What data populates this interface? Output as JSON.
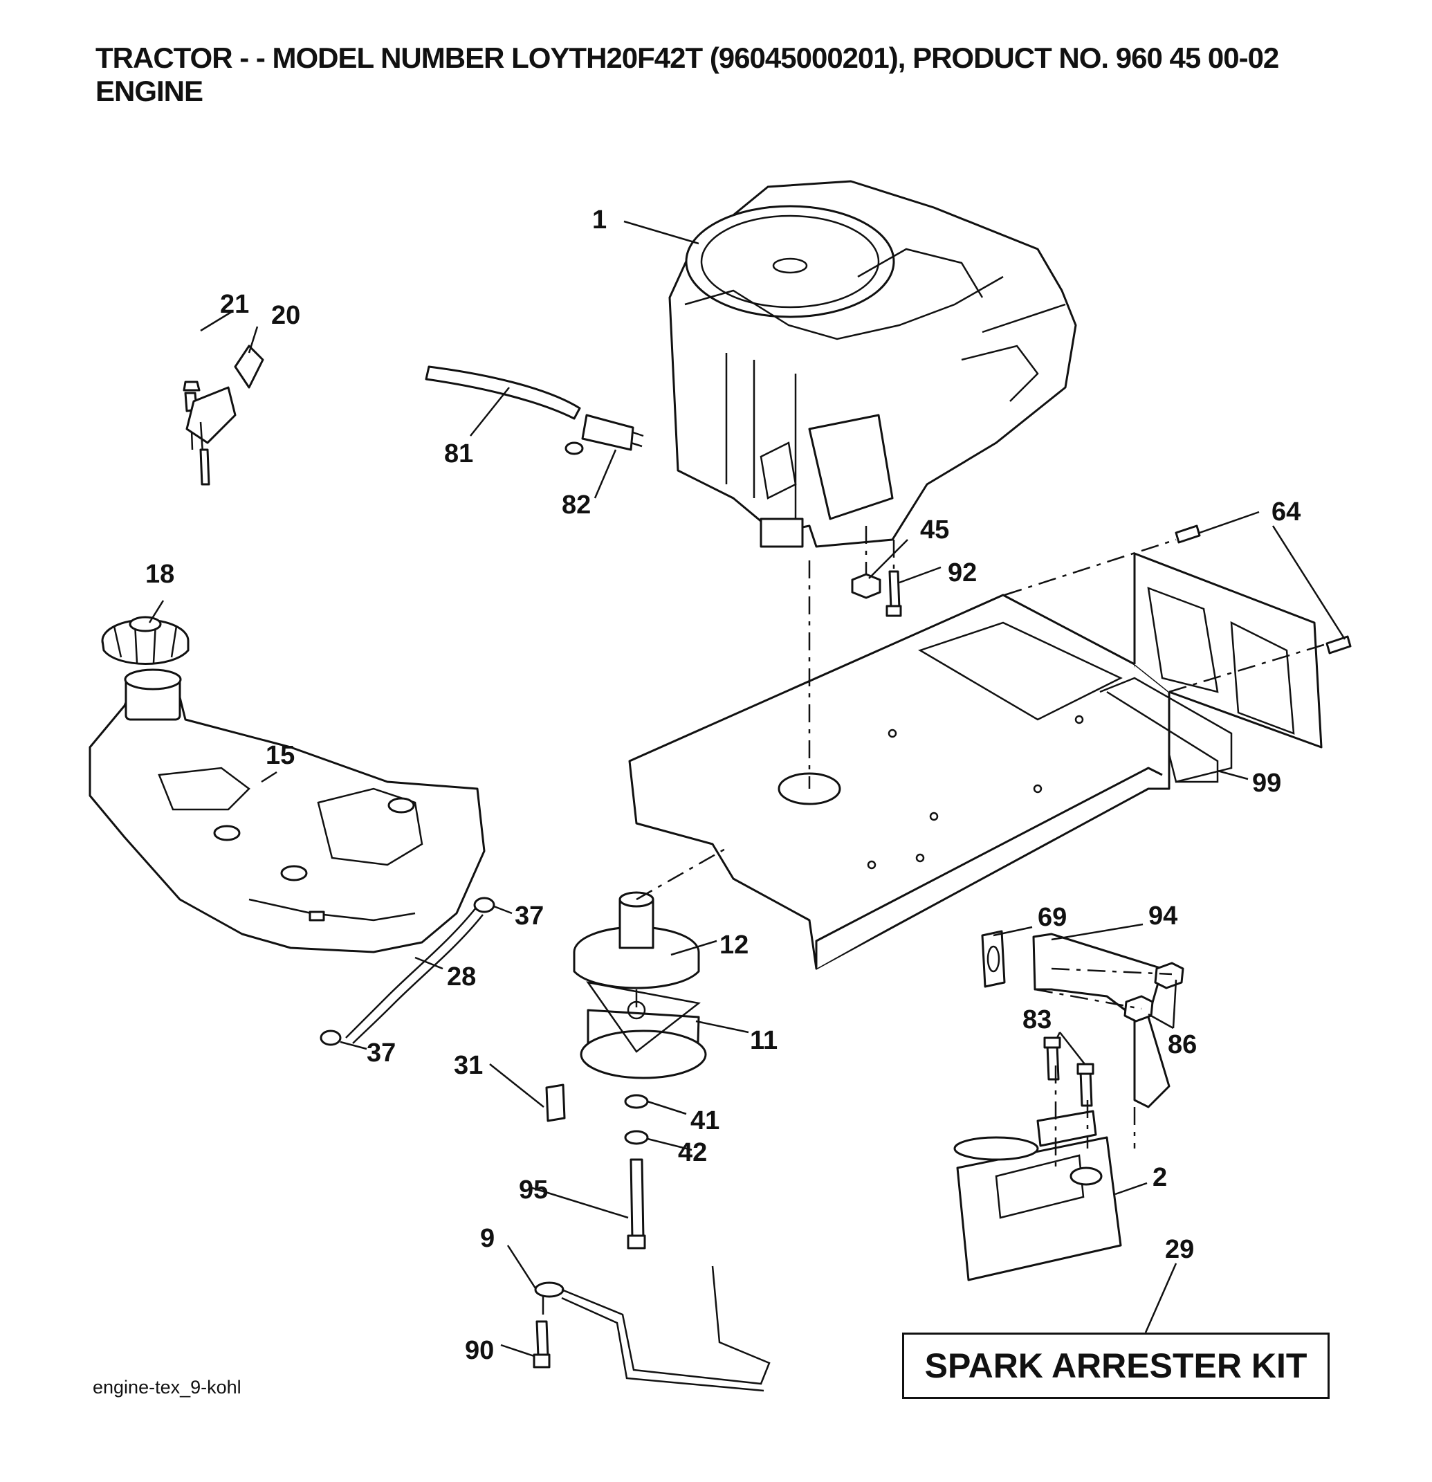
{
  "header": {
    "title_line1": "TRACTOR - - MODEL NUMBER LOYTH20F42T (96045000201), PRODUCT NO. 960 45 00-02",
    "title_line2": "ENGINE"
  },
  "callouts": {
    "engine": "1",
    "muffler": "2",
    "bracket_9": "9",
    "clutch": "11",
    "pulley": "12",
    "fuel_tank": "15",
    "fuel_cap": "18",
    "throttle_part": "20",
    "throttle_screw": "21",
    "fuel_line": "28",
    "spark_kit": "29",
    "part_31": "31",
    "clamp_top": "37",
    "clamp_bottom": "37",
    "washer_41": "41",
    "washer_42": "42",
    "nut_45": "45",
    "bolt_64": "64",
    "gasket_69": "69",
    "hose_81": "81",
    "fuel_filter": "82",
    "bolt_83": "83",
    "nut_86": "86",
    "screw_90": "90",
    "bolt_92": "92",
    "exhaust_pipe": "94",
    "bolt_95": "95",
    "frame_gasket": "99"
  },
  "spark_kit": {
    "label": "SPARK ARRESTER KIT"
  },
  "footer": {
    "code": "engine-tex_9-kohl"
  }
}
